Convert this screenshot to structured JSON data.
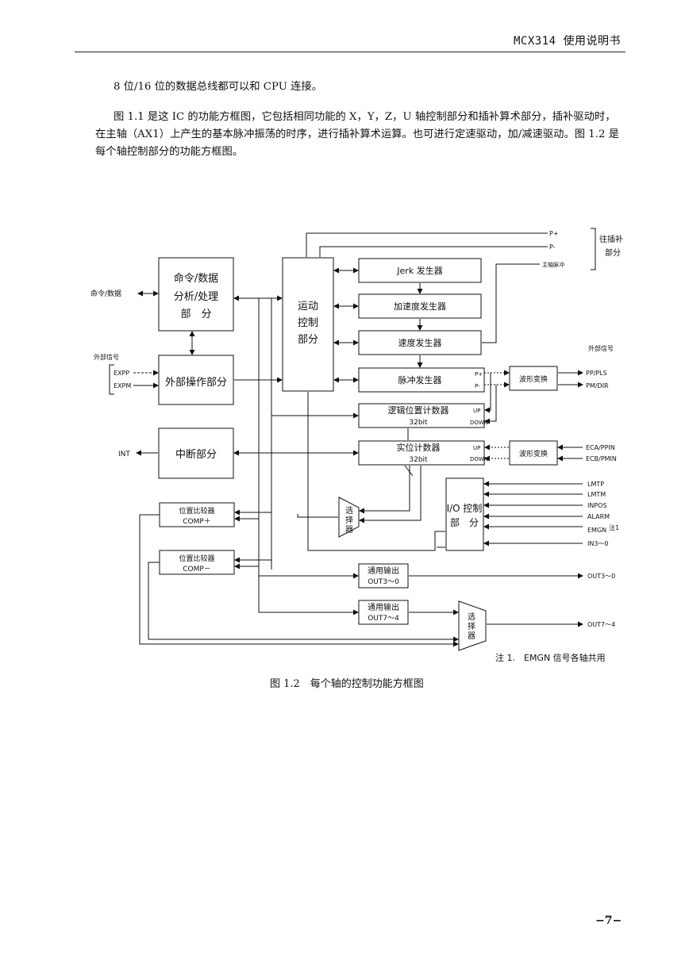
{
  "header": {
    "title": "MCX314 使用说明书"
  },
  "body": {
    "p1": "8 位/16 位的数据总线都可以和 CPU 连接。",
    "p2": "图 1.1 是这 IC 的功能方框图，它包括相同功能的 X，Y，Z，U 轴控制部分和插补算术部分，插补驱动时，在主轴（AX1）上产生的基本脉冲振荡的时序，进行插补算术运算。也可进行定速驱动，加/减速驱动。图 1.2 是每个轴控制部分的功能方框图。"
  },
  "diagram": {
    "cmd_block": [
      "命令/数据",
      "分析/处理",
      "部　分"
    ],
    "ext_block": "外部操作部分",
    "int_block": "中断部分",
    "motion_block": [
      "运动",
      "控制",
      "部分"
    ],
    "jerk": "Jerk 发生器",
    "accel": "加速度发生器",
    "speed": "速度发生器",
    "pulse": "脉冲发生器",
    "pulse_pplus": "P+",
    "pulse_pminus": "P-",
    "logic_counter": [
      "逻辑位置计数器",
      "32bit"
    ],
    "real_counter": [
      "实位计数器",
      "32bit"
    ],
    "up": "UP",
    "down": "DOWN",
    "waveform1": "波形变换",
    "waveform2": "波形变换",
    "comp_plus": [
      "位置比较器",
      "COMP＋"
    ],
    "comp_minus": [
      "位置比较器",
      "COMP－"
    ],
    "selector1": [
      "选",
      "择",
      "器"
    ],
    "selector2": [
      "选",
      "择",
      "器"
    ],
    "io_block": [
      "I/O 控制",
      "部　分"
    ],
    "gpo1": [
      "通用输出",
      "OUT3～0"
    ],
    "gpo2": [
      "通用输出",
      "OUT7～4"
    ],
    "lbl_cmd_data": "命令/数据",
    "lbl_ext_signal_left": "外部信号",
    "lbl_expp": "EXPP",
    "lbl_expm": "EXPM",
    "lbl_int": "INT",
    "lbl_pplus": "P+",
    "lbl_pminus": "P-",
    "lbl_main_pulse": "主轴脉冲",
    "lbl_to_interp": [
      "往插补",
      "部分"
    ],
    "lbl_ext_signal_right": "外部信号",
    "lbl_pp_pls": "PP/PLS",
    "lbl_pm_dir": "PM/DIR",
    "lbl_eca": "ECA/PPIN",
    "lbl_ecb": "ECB/PMIN",
    "lbl_lmtp": "LMTP",
    "lbl_lmtm": "LMTM",
    "lbl_inpos": "INPOS",
    "lbl_alarm": "ALARM",
    "lbl_emgn": "EMGN",
    "lbl_note_mark": "注1",
    "lbl_in3": "IN3～0",
    "lbl_out30": "OUT3～0",
    "lbl_out74": "OUT7～4",
    "note": "注 1.　EMGN 信号各轴共用"
  },
  "caption": "图 1.2　每个轴的控制功能方框图",
  "page_number": "−7−"
}
